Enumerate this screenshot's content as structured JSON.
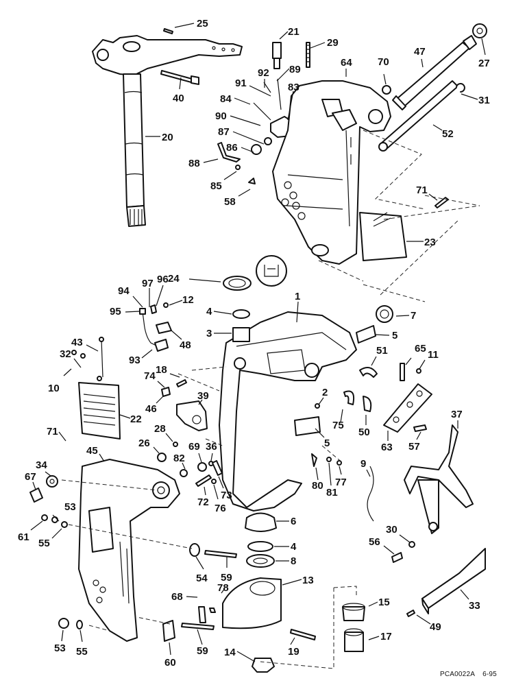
{
  "figure": {
    "title": "Swivel bracket / stern bracket exploded parts diagram",
    "code": "PCA0022A",
    "date": "6-95",
    "ink_color": "#111111",
    "background": "#ffffff",
    "callouts": [
      {
        "id": "c25",
        "label": "25"
      },
      {
        "id": "c21",
        "label": "21"
      },
      {
        "id": "c29",
        "label": "29"
      },
      {
        "id": "c64",
        "label": "64"
      },
      {
        "id": "c70",
        "label": "70"
      },
      {
        "id": "c47",
        "label": "47"
      },
      {
        "id": "c27",
        "label": "27"
      },
      {
        "id": "c92",
        "label": "92"
      },
      {
        "id": "c89",
        "label": "89"
      },
      {
        "id": "c91",
        "label": "91"
      },
      {
        "id": "c83",
        "label": "83"
      },
      {
        "id": "c40",
        "label": "40"
      },
      {
        "id": "c84",
        "label": "84"
      },
      {
        "id": "c90",
        "label": "90"
      },
      {
        "id": "c87",
        "label": "87"
      },
      {
        "id": "c86",
        "label": "86"
      },
      {
        "id": "c88",
        "label": "88"
      },
      {
        "id": "c85",
        "label": "85"
      },
      {
        "id": "c58",
        "label": "58"
      },
      {
        "id": "c20",
        "label": "20"
      },
      {
        "id": "c31",
        "label": "31"
      },
      {
        "id": "c52",
        "label": "52"
      },
      {
        "id": "c71a",
        "label": "71"
      },
      {
        "id": "c23",
        "label": "23"
      },
      {
        "id": "c24",
        "label": "24"
      },
      {
        "id": "c94",
        "label": "94"
      },
      {
        "id": "c97",
        "label": "97"
      },
      {
        "id": "c96",
        "label": "96"
      },
      {
        "id": "c12",
        "label": "12"
      },
      {
        "id": "c95",
        "label": "95"
      },
      {
        "id": "c4a",
        "label": "4"
      },
      {
        "id": "c3",
        "label": "3"
      },
      {
        "id": "c48",
        "label": "48"
      },
      {
        "id": "c1",
        "label": "1"
      },
      {
        "id": "c7",
        "label": "7"
      },
      {
        "id": "c5a",
        "label": "5"
      },
      {
        "id": "c43",
        "label": "43"
      },
      {
        "id": "c32",
        "label": "32"
      },
      {
        "id": "c93",
        "label": "93"
      },
      {
        "id": "c10",
        "label": "10"
      },
      {
        "id": "c18",
        "label": "18"
      },
      {
        "id": "c74",
        "label": "74"
      },
      {
        "id": "c46",
        "label": "46"
      },
      {
        "id": "c22",
        "label": "22"
      },
      {
        "id": "c39",
        "label": "39"
      },
      {
        "id": "c51",
        "label": "51"
      },
      {
        "id": "c65",
        "label": "65"
      },
      {
        "id": "c11",
        "label": "11"
      },
      {
        "id": "c2",
        "label": "2"
      },
      {
        "id": "c75",
        "label": "75"
      },
      {
        "id": "c50",
        "label": "50"
      },
      {
        "id": "c63",
        "label": "63"
      },
      {
        "id": "c5b",
        "label": "5"
      },
      {
        "id": "c37",
        "label": "37"
      },
      {
        "id": "c57",
        "label": "57"
      },
      {
        "id": "c71b",
        "label": "71"
      },
      {
        "id": "c28",
        "label": "28"
      },
      {
        "id": "c26",
        "label": "26"
      },
      {
        "id": "c82",
        "label": "82"
      },
      {
        "id": "c69",
        "label": "69"
      },
      {
        "id": "c36",
        "label": "36"
      },
      {
        "id": "c34",
        "label": "34"
      },
      {
        "id": "c45",
        "label": "45"
      },
      {
        "id": "c67",
        "label": "67"
      },
      {
        "id": "c72",
        "label": "72"
      },
      {
        "id": "c73",
        "label": "73"
      },
      {
        "id": "c76",
        "label": "76"
      },
      {
        "id": "c80",
        "label": "80"
      },
      {
        "id": "c81",
        "label": "81"
      },
      {
        "id": "c77",
        "label": "77"
      },
      {
        "id": "c9",
        "label": "9"
      },
      {
        "id": "c53a",
        "label": "53"
      },
      {
        "id": "c61",
        "label": "61"
      },
      {
        "id": "c55a",
        "label": "55"
      },
      {
        "id": "c6",
        "label": "6"
      },
      {
        "id": "c4b",
        "label": "4"
      },
      {
        "id": "c8",
        "label": "8"
      },
      {
        "id": "c30",
        "label": "30"
      },
      {
        "id": "c56",
        "label": "56"
      },
      {
        "id": "c54",
        "label": "54"
      },
      {
        "id": "c59a",
        "label": "59"
      },
      {
        "id": "c13",
        "label": "13"
      },
      {
        "id": "c78",
        "label": "78"
      },
      {
        "id": "c68",
        "label": "68"
      },
      {
        "id": "c15",
        "label": "15"
      },
      {
        "id": "c33",
        "label": "33"
      },
      {
        "id": "c49",
        "label": "49"
      },
      {
        "id": "c17",
        "label": "17"
      },
      {
        "id": "c60",
        "label": "60"
      },
      {
        "id": "c59b",
        "label": "59"
      },
      {
        "id": "c14",
        "label": "14"
      },
      {
        "id": "c19",
        "label": "19"
      },
      {
        "id": "c53b",
        "label": "53"
      },
      {
        "id": "c55b",
        "label": "55"
      }
    ]
  }
}
